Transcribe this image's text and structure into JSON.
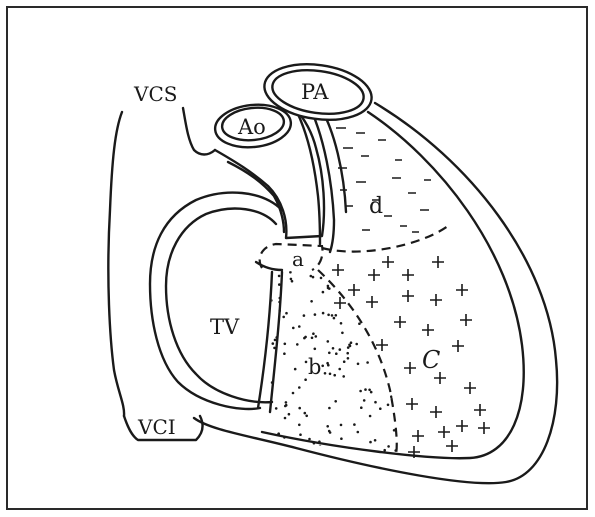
{
  "colors": {
    "ink": "#1a1a1a",
    "paper": "#ffffff",
    "frame": "#2a2a2a"
  },
  "labels": {
    "vcs": "VCS",
    "pa": "PA",
    "ao": "Ao",
    "d": "d",
    "a": "a",
    "tv": "TV",
    "b": "b",
    "c": "C",
    "vci": "VCI"
  }
}
